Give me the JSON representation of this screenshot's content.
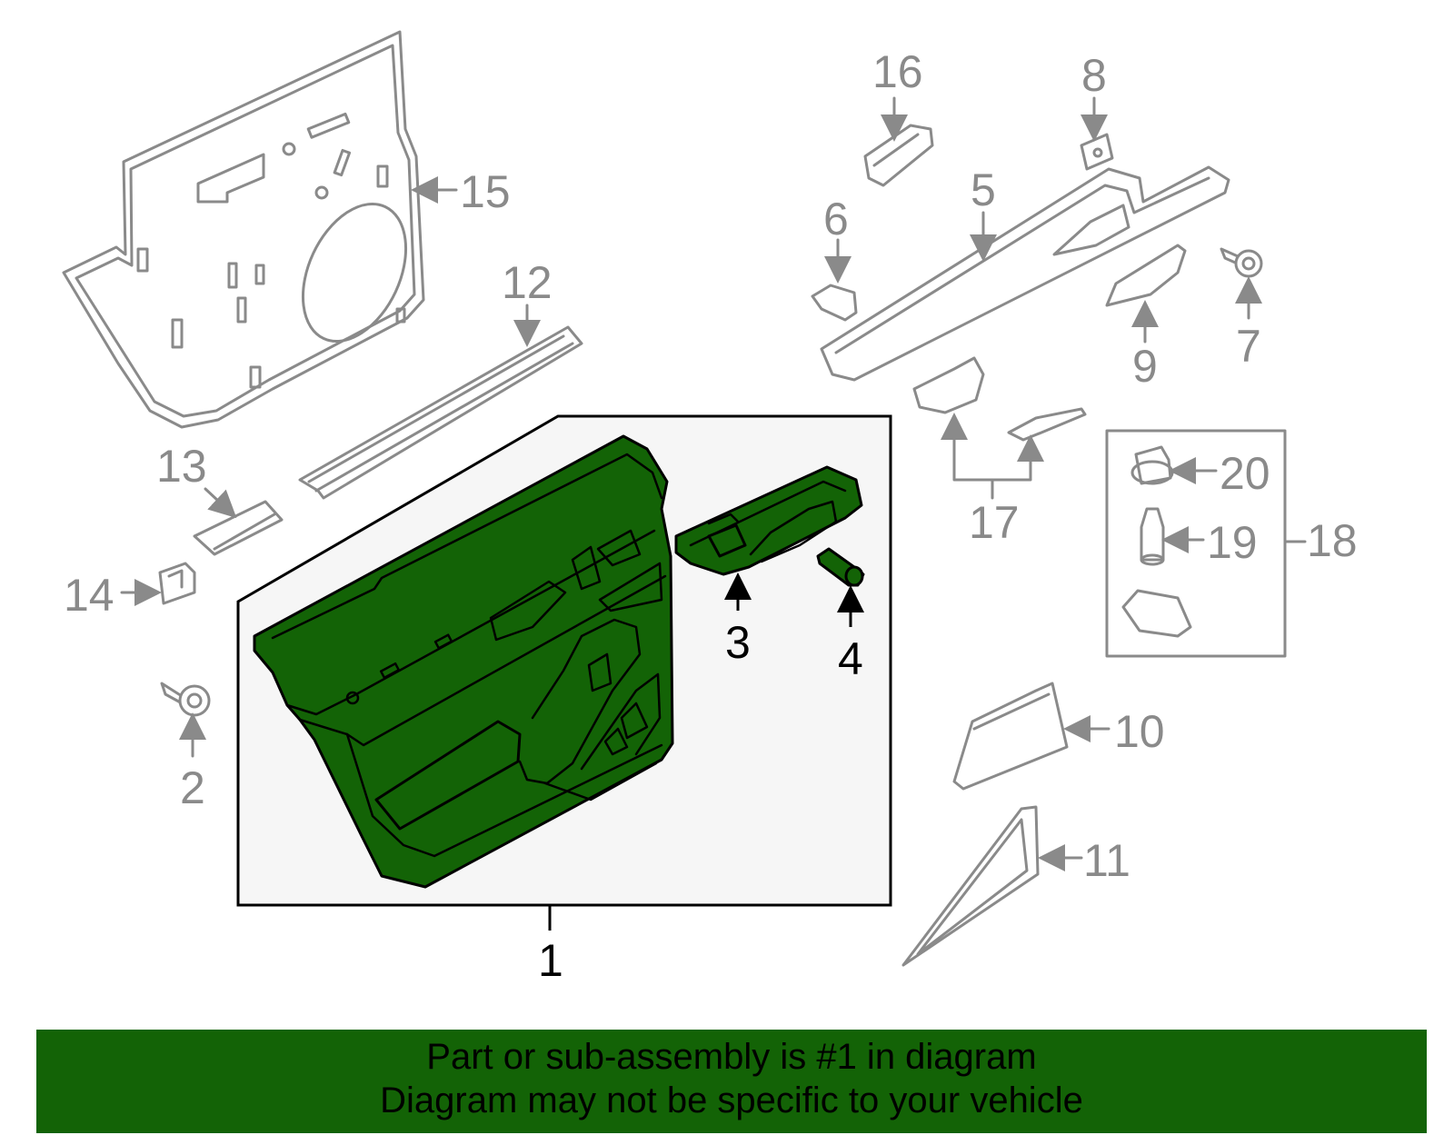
{
  "callouts": {
    "c1": "1",
    "c2": "2",
    "c3": "3",
    "c4": "4",
    "c5": "5",
    "c6": "6",
    "c7": "7",
    "c8": "8",
    "c9": "9",
    "c10": "10",
    "c11": "11",
    "c12": "12",
    "c13": "13",
    "c14": "14",
    "c15": "15",
    "c16": "16",
    "c17": "17",
    "c18": "18",
    "c19": "19",
    "c20": "20"
  },
  "highlight_color": "#136306",
  "banner": {
    "line1": "Part or sub-assembly is #1 in diagram",
    "line2": "Diagram may not be specific to your vehicle"
  }
}
